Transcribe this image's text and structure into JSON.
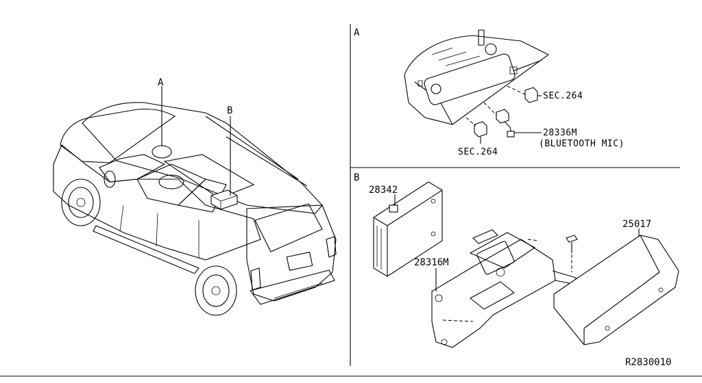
{
  "panel_a": {
    "letter": "A",
    "sec_top": "SEC.264",
    "sec_bottom": "SEC.264",
    "part_mic": "28336M",
    "part_mic_desc": "(BLUETOOTH MIC)"
  },
  "panel_b": {
    "letter": "B",
    "part_unit": "28342",
    "part_bracket": "28316M",
    "part_cover": "25017"
  },
  "vehicle": {
    "callout_a": "A",
    "callout_b": "B"
  },
  "drawing_number": "R2830010"
}
